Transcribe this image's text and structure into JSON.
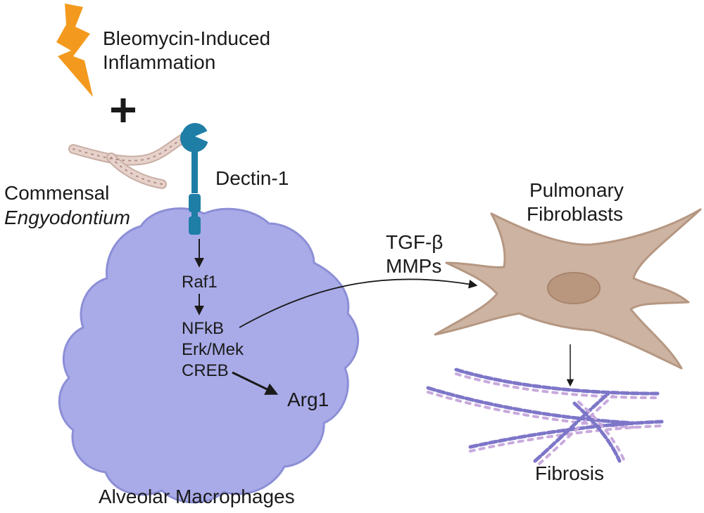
{
  "trigger": {
    "line1": "Bleomycin-Induced",
    "line2": "Inflammation"
  },
  "plus_symbol": "+",
  "commensal": {
    "line1": "Commensal",
    "line2": "Engyodontium"
  },
  "receptor": {
    "label": "Dectin-1"
  },
  "pathway": {
    "step1": "Raf1",
    "step2a": "NFkB",
    "step2b": "Erk/Mek",
    "step2c": "CREB",
    "output": "Arg1"
  },
  "secreted": {
    "line1": "TGF-β",
    "line2": "MMPs"
  },
  "fibroblast": {
    "line1": "Pulmonary",
    "line2": "Fibroblasts"
  },
  "outcome": {
    "label": "Fibrosis"
  },
  "macrophage": {
    "label": "Alveolar Macrophages"
  },
  "colors": {
    "lightning": "#f39a1e",
    "macrophage_fill": "#a9abe8",
    "macrophage_stroke": "#8c8fd6",
    "receptor": "#1f7ea6",
    "fibroblast_fill": "#cdb3a1",
    "fibroblast_stroke": "#b59782",
    "nucleus": "#b9977f",
    "fungus": "#dbc3bb",
    "collagen_a": "#7d76c8",
    "collagen_b": "#c8a9dc"
  }
}
